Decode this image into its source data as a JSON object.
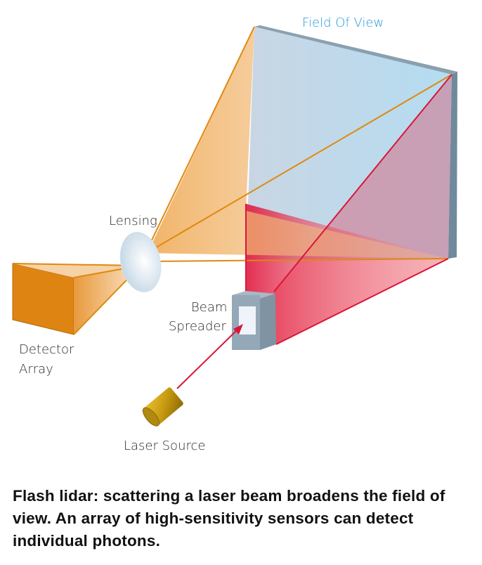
{
  "labels": {
    "field_of_view": "Field Of View",
    "lensing": "Lensing",
    "detector_line1": "Detector",
    "detector_line2": "Array",
    "beam_line1": "Beam",
    "beam_line2": "Spreader",
    "laser_source": "Laser Source"
  },
  "caption": "Flash lidar: scattering a laser beam broadens the field of view. An array of high-sensitivity sensors can detect individual photons.",
  "colors": {
    "orange": "#e0880f",
    "red": "#d9163a",
    "sky": "#b9dcef",
    "label_blue": "#2a9ad8"
  }
}
